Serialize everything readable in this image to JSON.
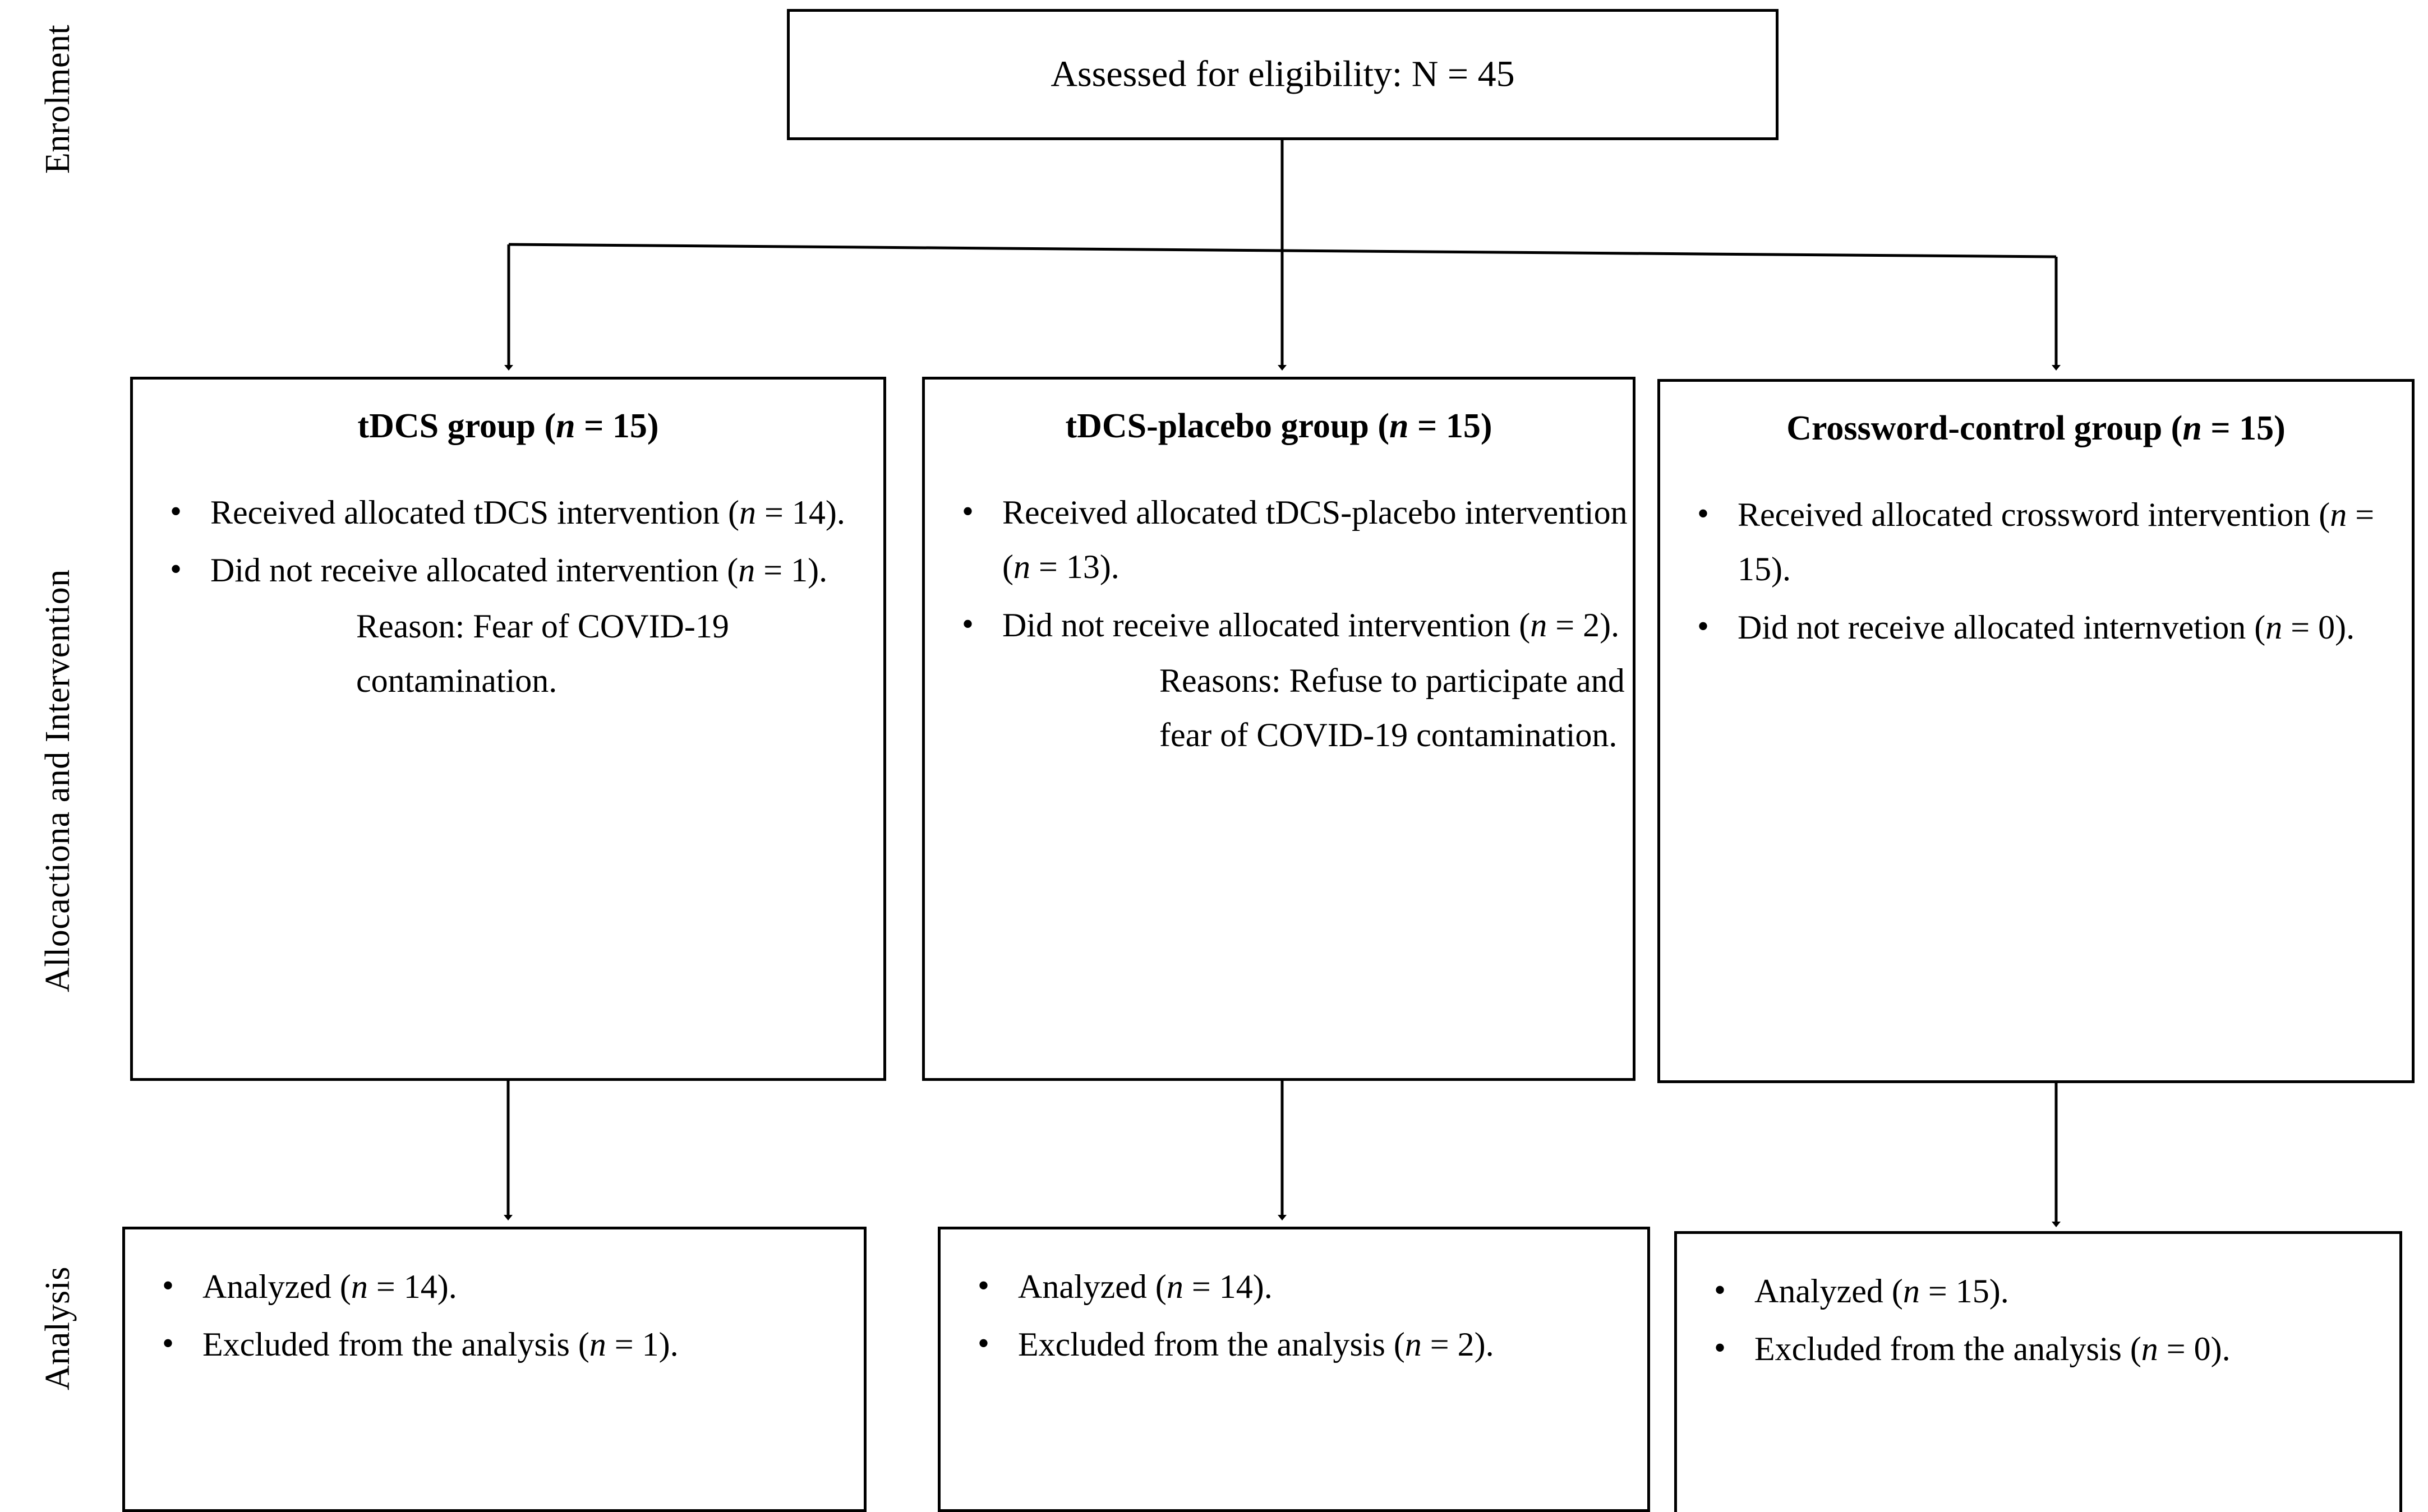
{
  "figure": {
    "type": "consort-flow-diagram",
    "stages": [
      {
        "key": "enrolment",
        "label": "Enrolment"
      },
      {
        "key": "allocation",
        "label": "Allocactiona and Intervention"
      },
      {
        "key": "analysis",
        "label": "Analysis"
      }
    ]
  },
  "enrolment": {
    "box_text": "Assessed for eligibility: N = 45"
  },
  "allocation": {
    "groups": [
      {
        "title_main": "tDCS group (",
        "title_n": "n",
        "title_tail": " = 15)",
        "items": [
          {
            "text_before": "Received allocated tDCS intervention (",
            "n": "n",
            "text_after": " = 14)."
          },
          {
            "text_before": "Did not receive allocated intervention (",
            "n": "n",
            "text_after": " = 1)."
          }
        ],
        "note": "Reason: Fear of COVID-19 contamination."
      },
      {
        "title_main": "tDCS-placebo group (",
        "title_n": "n",
        "title_tail": " = 15)",
        "items": [
          {
            "text_before": "Received allocated tDCS-placebo intervention (",
            "n": "n",
            "text_after": " = 13)."
          },
          {
            "text_before": "Did not receive allocated intervention (",
            "n": "n",
            "text_after": " = 2)."
          }
        ],
        "note": "Reasons: Refuse to participate and fear of COVID-19 contamination."
      },
      {
        "title_main": "Crossword-control group (",
        "title_n": "n",
        "title_tail": " = 15)",
        "items": [
          {
            "text_before": "Received allocated crossword intervention (",
            "n": "n",
            "text_after": " = 15)."
          },
          {
            "text_before": "Did not receive allocated internvetion (",
            "n": "n",
            "text_after": " = 0)."
          }
        ],
        "note": ""
      }
    ]
  },
  "analysis": {
    "groups": [
      {
        "items": [
          {
            "text_before": "Analyzed (",
            "n": "n",
            "text_after": " = 14)."
          },
          {
            "text_before": "Excluded from the analysis (",
            "n": "n",
            "text_after": " = 1)."
          }
        ]
      },
      {
        "items": [
          {
            "text_before": "Analyzed (",
            "n": "n",
            "text_after": " = 14)."
          },
          {
            "text_before": "Excluded from the analysis (",
            "n": "n",
            "text_after": " = 2)."
          }
        ]
      },
      {
        "items": [
          {
            "text_before": "Analyzed (",
            "n": "n",
            "text_after": " = 15)."
          },
          {
            "text_before": "Excluded from the analysis (",
            "n": "n",
            "text_after": " = 0)."
          }
        ]
      }
    ]
  },
  "colors": {
    "stroke": "#000000",
    "background": "#ffffff"
  }
}
